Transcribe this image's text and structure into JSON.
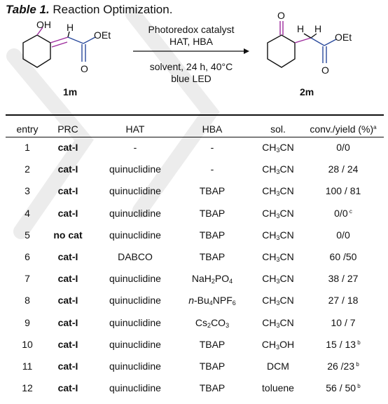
{
  "title": {
    "label": "Table 1.",
    "text": "Reaction Optimization."
  },
  "scheme": {
    "reactant_id": "1m",
    "product_id": "2m",
    "above_arrow": [
      "Photoredox catalyst",
      "HAT, HBA"
    ],
    "below_arrow": [
      "solvent, 24 h, 40°C",
      "blue LED"
    ],
    "reactant_atoms": {
      "oh": "OH",
      "h": "H",
      "oet": "OEt",
      "o": "O"
    },
    "product_atoms": {
      "o_ketone": "O",
      "h1": "H",
      "h2": "H",
      "oet": "OEt",
      "o": "O"
    },
    "colors": {
      "purple": "#9c2a9c",
      "blue": "#2a4a9c"
    }
  },
  "table": {
    "headers": {
      "entry": "entry",
      "prc": "PRC",
      "hat": "HAT",
      "hba": "HBA",
      "sol": "sol.",
      "yield": "conv./yield (%)",
      "yield_note": "a"
    },
    "rows": [
      {
        "entry": "1",
        "prc": "cat-I",
        "hat": "-",
        "hba": "-",
        "sol": "CH3CN",
        "yield": "0/0",
        "note": ""
      },
      {
        "entry": "2",
        "prc": "cat-I",
        "hat": "quinuclidine",
        "hba": "-",
        "sol": "CH3CN",
        "yield": "28 / 24",
        "note": ""
      },
      {
        "entry": "3",
        "prc": "cat-I",
        "hat": "quinuclidine",
        "hba": "TBAP",
        "sol": "CH3CN",
        "yield": "100 / 81",
        "note": ""
      },
      {
        "entry": "4",
        "prc": "cat-I",
        "hat": "quinuclidine",
        "hba": "TBAP",
        "sol": "CH3CN",
        "yield": "0/0",
        "note": "c"
      },
      {
        "entry": "5",
        "prc": "no cat",
        "hat": "quinuclidine",
        "hba": "TBAP",
        "sol": "CH3CN",
        "yield": "0/0",
        "note": ""
      },
      {
        "entry": "6",
        "prc": "cat-I",
        "hat": "DABCO",
        "hba": "TBAP",
        "sol": "CH3CN",
        "yield": "60 /50",
        "note": ""
      },
      {
        "entry": "7",
        "prc": "cat-I",
        "hat": "quinuclidine",
        "hba": "NaH2PO4",
        "sol": "CH3CN",
        "yield": "38 / 27",
        "note": ""
      },
      {
        "entry": "8",
        "prc": "cat-I",
        "hat": "quinuclidine",
        "hba": "n-Bu4NPF6",
        "sol": "CH3CN",
        "yield": "27 / 18",
        "note": ""
      },
      {
        "entry": "9",
        "prc": "cat-I",
        "hat": "quinuclidine",
        "hba": "Cs2CO3",
        "sol": "CH3CN",
        "yield": "10 / 7",
        "note": ""
      },
      {
        "entry": "10",
        "prc": "cat-I",
        "hat": "quinuclidine",
        "hba": "TBAP",
        "sol": "CH3OH",
        "yield": "15 / 13",
        "note": "b"
      },
      {
        "entry": "11",
        "prc": "cat-I",
        "hat": "quinuclidine",
        "hba": "TBAP",
        "sol": "DCM",
        "yield": "26 /23",
        "note": "b"
      },
      {
        "entry": "12",
        "prc": "cat-I",
        "hat": "quinuclidine",
        "hba": "TBAP",
        "sol": "toluene",
        "yield": "56 / 50",
        "note": "b"
      }
    ]
  }
}
